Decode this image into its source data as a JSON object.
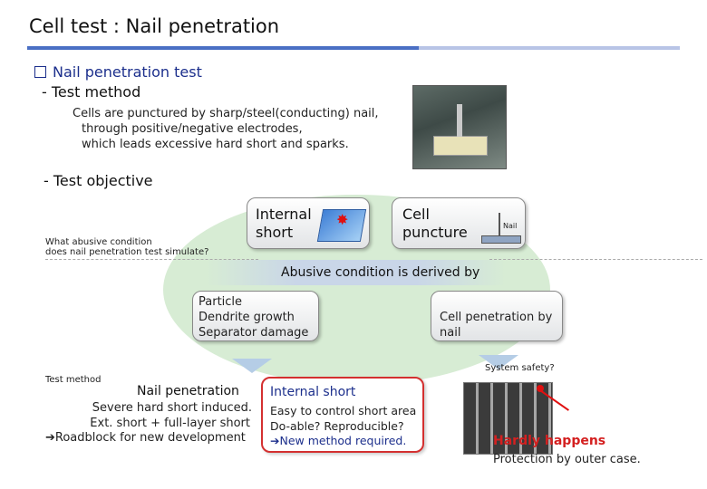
{
  "title": "Cell test : Nail penetration",
  "section_title": "Nail penetration test",
  "test_method": {
    "heading": "- Test method",
    "lines": [
      "Cells are punctured by sharp/steel(conducting) nail,",
      "through positive/negative electrodes,",
      "which leads excessive hard short and sparks."
    ]
  },
  "test_objective": {
    "heading": "- Test objective",
    "question_lines": [
      "What abusive condition",
      "does nail penetration test simulate?"
    ],
    "internal_short_lines": [
      "Internal",
      "short"
    ],
    "cell_puncture_lines": [
      "Cell",
      "puncture"
    ],
    "nail_label": "Nail",
    "banner": "Abusive condition is derived by",
    "left_box_lines": [
      "Particle",
      "Dendrite growth",
      "Separator damage"
    ],
    "right_box": "Cell penetration by nail"
  },
  "bottom": {
    "system_safety": "System safety?",
    "test_method_label": "Test method",
    "nail_heading": "Nail penetration",
    "nail_lines": [
      "Severe hard short induced.",
      "Ext. short + full-layer short",
      "➔Roadblock for new development"
    ],
    "internal_heading": "Internal short",
    "internal_lines": [
      "Easy to control short area",
      "Do-able? Reproducible?",
      "➔New method required."
    ],
    "hardly": "Hardly happens",
    "protection": "Protection by outer case."
  },
  "colors": {
    "accent_blue": "#4a6fc4",
    "navy": "#1c2f8c",
    "red": "#d43030",
    "ellipse_green": "#d7ecd4"
  },
  "icons": [
    "checkbox-icon",
    "spark-icon",
    "nail-icon",
    "arrow-icon"
  ]
}
